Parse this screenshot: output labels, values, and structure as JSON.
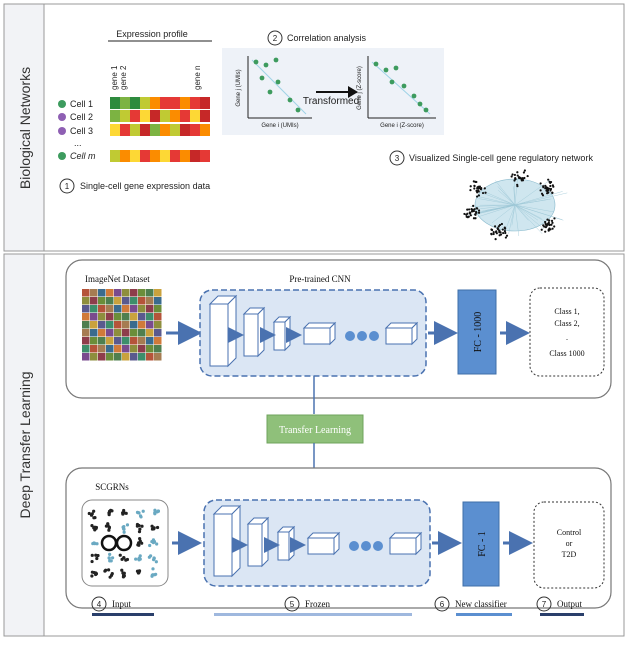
{
  "sections": {
    "bio": "Biological Networks",
    "dtl": "Deep Transfer Learning"
  },
  "bio": {
    "expression_profile": "Expression profile",
    "gene_cols": [
      "gene 1",
      "gene 2",
      "gene n"
    ],
    "cells": [
      "Cell 1",
      "Cell 2",
      "Cell 3",
      "...",
      "Cell m"
    ],
    "step1_num": "1",
    "step1": "Single-cell gene expression data",
    "step2_num": "2",
    "step2": "Correlation analysis",
    "plot_left_ylabel": "Gene j (UMIs)",
    "plot_left_xlabel": "Gene i (UMIs)",
    "plot_right_ylabel": "Gene j (Z-score)",
    "plot_right_xlabel": "Gene i (Z-score)",
    "transformed": "Transformed",
    "step3_num": "3",
    "step3": "Visualized Single-cell gene regulatory network"
  },
  "top_panel": {
    "dataset": "ImageNet Dataset",
    "cnn": "Pre-trained CNN",
    "fc": "FC - 1000",
    "classes": [
      "Class 1,",
      "Class 2,",
      ".",
      "Class 1000"
    ]
  },
  "transfer": "Transfer Learning",
  "bottom_panel": {
    "scgrns": "SCGRNs",
    "fc": "FC - 1",
    "output_lines": [
      "Control",
      "or",
      "T2D"
    ]
  },
  "legend": {
    "input_num": "4",
    "input": "Input",
    "frozen_num": "5",
    "frozen": "Frozen",
    "newclf_num": "6",
    "newclf": "New classifier",
    "output_num": "7",
    "output": "Output"
  },
  "colors": {
    "arrow_blue": "#4a72b0",
    "fc_blue": "#5b8fd0",
    "frozen_fill": "#dbe6f4",
    "transfer_green": "#8fc07a",
    "dot_green": "#3d9b5e"
  }
}
